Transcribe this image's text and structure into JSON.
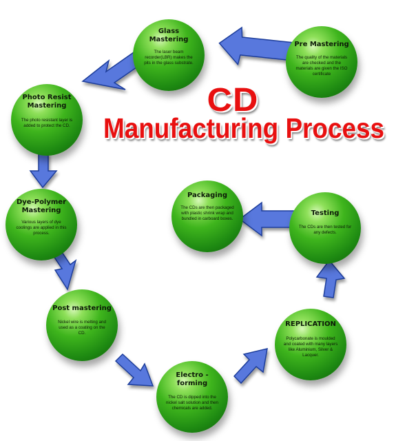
{
  "title": {
    "line1": "CD",
    "line2": "Manufacturing Process"
  },
  "colors": {
    "title": "#e81010",
    "ball": "#2fa81a",
    "arrow": "#5878dd"
  },
  "steps": [
    {
      "id": "pre-mastering",
      "title1": "Pre Mastering",
      "title2": "",
      "desc": "The quality of the materials are checked and the materials are given the ISO certificate"
    },
    {
      "id": "glass-mastering",
      "title1": "Glass",
      "title2": "Mastering",
      "desc": "The laser beam recorder(LBR) makes the pits in the glass substrate."
    },
    {
      "id": "photo-resist-mastering",
      "title1": "Photo Resist",
      "title2": "Mastering",
      "desc": "The photo resistant layer is added to protect the CD."
    },
    {
      "id": "dye-polymer-mastering",
      "title1": "Dye-Polymer",
      "title2": "Mastering",
      "desc": "Various layers of dye coolings are applied in this process."
    },
    {
      "id": "post-mastering",
      "title1": "Post mastering",
      "title2": "",
      "desc": "Nickel wire is melting and used as a coating on the CD."
    },
    {
      "id": "electro-forming",
      "title1": "Electro -",
      "title2": "forming",
      "desc": "The CD is dipped into the nickel salt solution and then chemicals are added."
    },
    {
      "id": "replication",
      "title1": "REPLICATION",
      "title2": "",
      "desc": "Polycarbonate is moulded and coated with many layers like Aluminium, Silver & Lacquer."
    },
    {
      "id": "testing",
      "title1": "Testing",
      "title2": "",
      "desc": "The CDs are then tested for any defects."
    },
    {
      "id": "packaging",
      "title1": "Packaging",
      "title2": "",
      "desc": "The CDs are then packaged with plastic shrink wrap and bundled in carboard boxes."
    }
  ]
}
